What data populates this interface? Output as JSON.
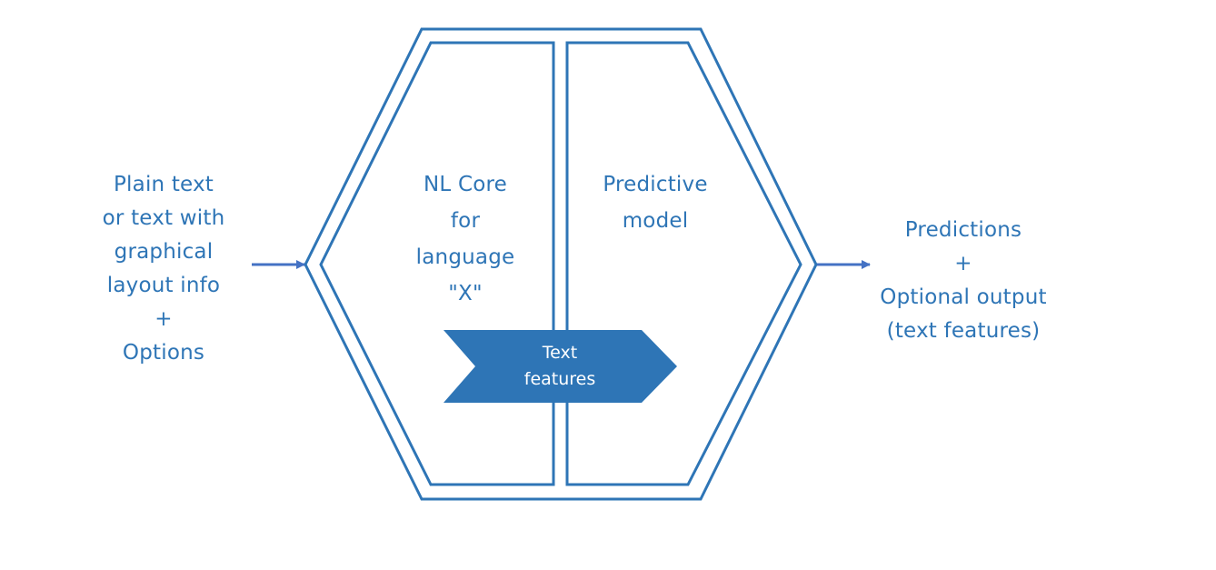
{
  "colors": {
    "accent": "#2E75B6",
    "arrow": "#4472C4",
    "background": "#FFFFFF",
    "chevron_text": "#FFFFFF"
  },
  "input": {
    "lines": [
      "Plain text",
      "or text with",
      "graphical",
      "layout info",
      "+",
      "Options"
    ]
  },
  "nl_core": {
    "lines": [
      "NL Core",
      "for",
      "language",
      "\"X\""
    ]
  },
  "predictive_model": {
    "lines": [
      "Predictive",
      "model"
    ]
  },
  "text_features": {
    "lines": [
      "Text",
      "features"
    ]
  },
  "output": {
    "lines": [
      "Predictions",
      "+",
      "Optional output",
      "(text features)"
    ]
  }
}
